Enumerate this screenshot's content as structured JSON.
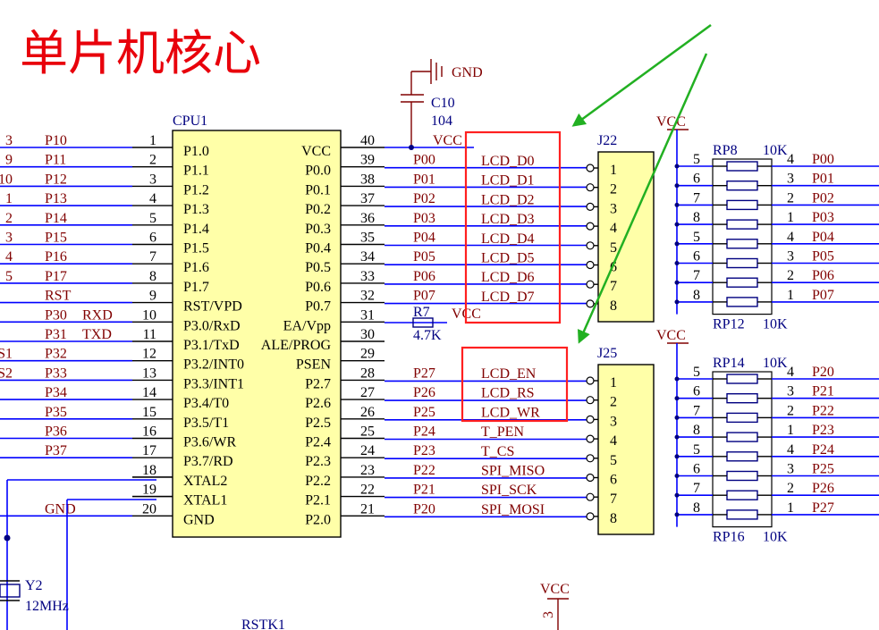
{
  "title": "单片机核心",
  "cpu": {
    "ref": "CPU1",
    "left_pins": [
      {
        "num": "1",
        "name": "P1.0",
        "net": "P10",
        "extra": "",
        "edge": "3"
      },
      {
        "num": "2",
        "name": "P1.1",
        "net": "P11",
        "extra": "",
        "edge": "9"
      },
      {
        "num": "3",
        "name": "P1.2",
        "net": "P12",
        "extra": "",
        "edge": "10"
      },
      {
        "num": "4",
        "name": "P1.3",
        "net": "P13",
        "extra": "",
        "edge": "1"
      },
      {
        "num": "5",
        "name": "P1.4",
        "net": "P14",
        "extra": "",
        "edge": "2"
      },
      {
        "num": "6",
        "name": "P1.5",
        "net": "P15",
        "extra": "",
        "edge": "3"
      },
      {
        "num": "7",
        "name": "P1.6",
        "net": "P16",
        "extra": "",
        "edge": "4"
      },
      {
        "num": "8",
        "name": "P1.7",
        "net": "P17",
        "extra": "",
        "edge": "5"
      },
      {
        "num": "9",
        "name": "RST/VPD",
        "net": "RST",
        "extra": "",
        "edge": ""
      },
      {
        "num": "10",
        "name": "P3.0/RxD",
        "net": "P30",
        "extra": "RXD",
        "edge": ""
      },
      {
        "num": "11",
        "name": "P3.1/TxD",
        "net": "P31",
        "extra": "TXD",
        "edge": ""
      },
      {
        "num": "12",
        "name": "P3.2/INT0",
        "net": "P32",
        "extra": "",
        "edge": "S1"
      },
      {
        "num": "13",
        "name": "P3.3/INT1",
        "net": "P33",
        "extra": "",
        "edge": "S2"
      },
      {
        "num": "14",
        "name": "P3.4/T0",
        "net": "P34",
        "extra": "",
        "edge": ""
      },
      {
        "num": "15",
        "name": "P3.5/T1",
        "net": "P35",
        "extra": "",
        "edge": ""
      },
      {
        "num": "16",
        "name": "P3.6/WR",
        "net": "P36",
        "extra": "",
        "edge": ""
      },
      {
        "num": "17",
        "name": "P3.7/RD",
        "net": "P37",
        "extra": "",
        "edge": ""
      },
      {
        "num": "18",
        "name": "XTAL2",
        "net": "",
        "extra": "",
        "edge": ""
      },
      {
        "num": "19",
        "name": "XTAL1",
        "net": "",
        "extra": "",
        "edge": ""
      },
      {
        "num": "20",
        "name": "GND",
        "net": "GND",
        "extra": "",
        "edge": ""
      }
    ],
    "right_pins": [
      {
        "num": "40",
        "name": "VCC",
        "net": "VCC"
      },
      {
        "num": "39",
        "name": "P0.0",
        "net": "P00"
      },
      {
        "num": "38",
        "name": "P0.1",
        "net": "P01"
      },
      {
        "num": "37",
        "name": "P0.2",
        "net": "P02"
      },
      {
        "num": "36",
        "name": "P0.3",
        "net": "P03"
      },
      {
        "num": "35",
        "name": "P0.4",
        "net": "P04"
      },
      {
        "num": "34",
        "name": "P0.5",
        "net": "P05"
      },
      {
        "num": "33",
        "name": "P0.6",
        "net": "P06"
      },
      {
        "num": "32",
        "name": "P0.7",
        "net": "P07"
      },
      {
        "num": "31",
        "name": "EA/Vpp",
        "net": ""
      },
      {
        "num": "30",
        "name": "ALE/PROG",
        "net": ""
      },
      {
        "num": "29",
        "name": "PSEN",
        "net": ""
      },
      {
        "num": "28",
        "name": "P2.7",
        "net": "P27"
      },
      {
        "num": "27",
        "name": "P2.6",
        "net": "P26"
      },
      {
        "num": "26",
        "name": "P2.5",
        "net": "P25"
      },
      {
        "num": "25",
        "name": "P2.4",
        "net": "P24"
      },
      {
        "num": "24",
        "name": "P2.3",
        "net": "P23"
      },
      {
        "num": "23",
        "name": "P2.2",
        "net": "P22"
      },
      {
        "num": "22",
        "name": "P2.1",
        "net": "P21"
      },
      {
        "num": "21",
        "name": "P2.0",
        "net": "P20"
      }
    ]
  },
  "cap": {
    "ref": "C10",
    "value": "104",
    "gnd": "GND"
  },
  "r7": {
    "ref": "R7",
    "value": "4.7K",
    "vcc": "VCC"
  },
  "j22": {
    "ref": "J22",
    "labels": [
      "LCD_D0",
      "LCD_D1",
      "LCD_D2",
      "LCD_D3",
      "LCD_D4",
      "LCD_D5",
      "LCD_D6",
      "LCD_D7"
    ],
    "pins": [
      "1",
      "2",
      "3",
      "4",
      "5",
      "6",
      "7",
      "8"
    ]
  },
  "j25": {
    "ref": "J25",
    "labels": [
      "LCD_EN",
      "LCD_RS",
      "LCD_WR",
      "T_PEN",
      "T_CS",
      "SPI_MISO",
      "SPI_SCK",
      "SPI_MOSI"
    ],
    "pins": [
      "1",
      "2",
      "3",
      "4",
      "5",
      "6",
      "7",
      "8"
    ]
  },
  "rp_top": {
    "vcc": "VCC",
    "ref1": "RP8",
    "val1": "10K",
    "ref2": "RP12",
    "val2": "10K",
    "left_nums": [
      "5",
      "6",
      "7",
      "8",
      "5",
      "6",
      "7",
      "8"
    ],
    "right_nums": [
      "4",
      "3",
      "2",
      "1",
      "4",
      "3",
      "2",
      "1"
    ],
    "nets": [
      "P00",
      "P01",
      "P02",
      "P03",
      "P04",
      "P05",
      "P06",
      "P07"
    ]
  },
  "rp_bot": {
    "vcc": "VCC",
    "ref1": "RP14",
    "val1": "10K",
    "ref2": "RP16",
    "val2": "10K",
    "left_nums": [
      "5",
      "6",
      "7",
      "8",
      "5",
      "6",
      "7",
      "8"
    ],
    "right_nums": [
      "4",
      "3",
      "2",
      "1",
      "4",
      "3",
      "2",
      "1"
    ],
    "nets": [
      "P20",
      "P21",
      "P22",
      "P23",
      "P24",
      "P25",
      "P26",
      "P27"
    ]
  },
  "crystal": {
    "ref": "Y2",
    "value": "12MHz"
  },
  "bottom": {
    "rstk": "RSTK1",
    "vcc": "VCC",
    "pin": "3"
  },
  "colors": {
    "wire": "#0000ff",
    "body": "#ffffa8",
    "title": "#e8000b",
    "highlight": "#ff2020",
    "arrow": "#22b022"
  }
}
